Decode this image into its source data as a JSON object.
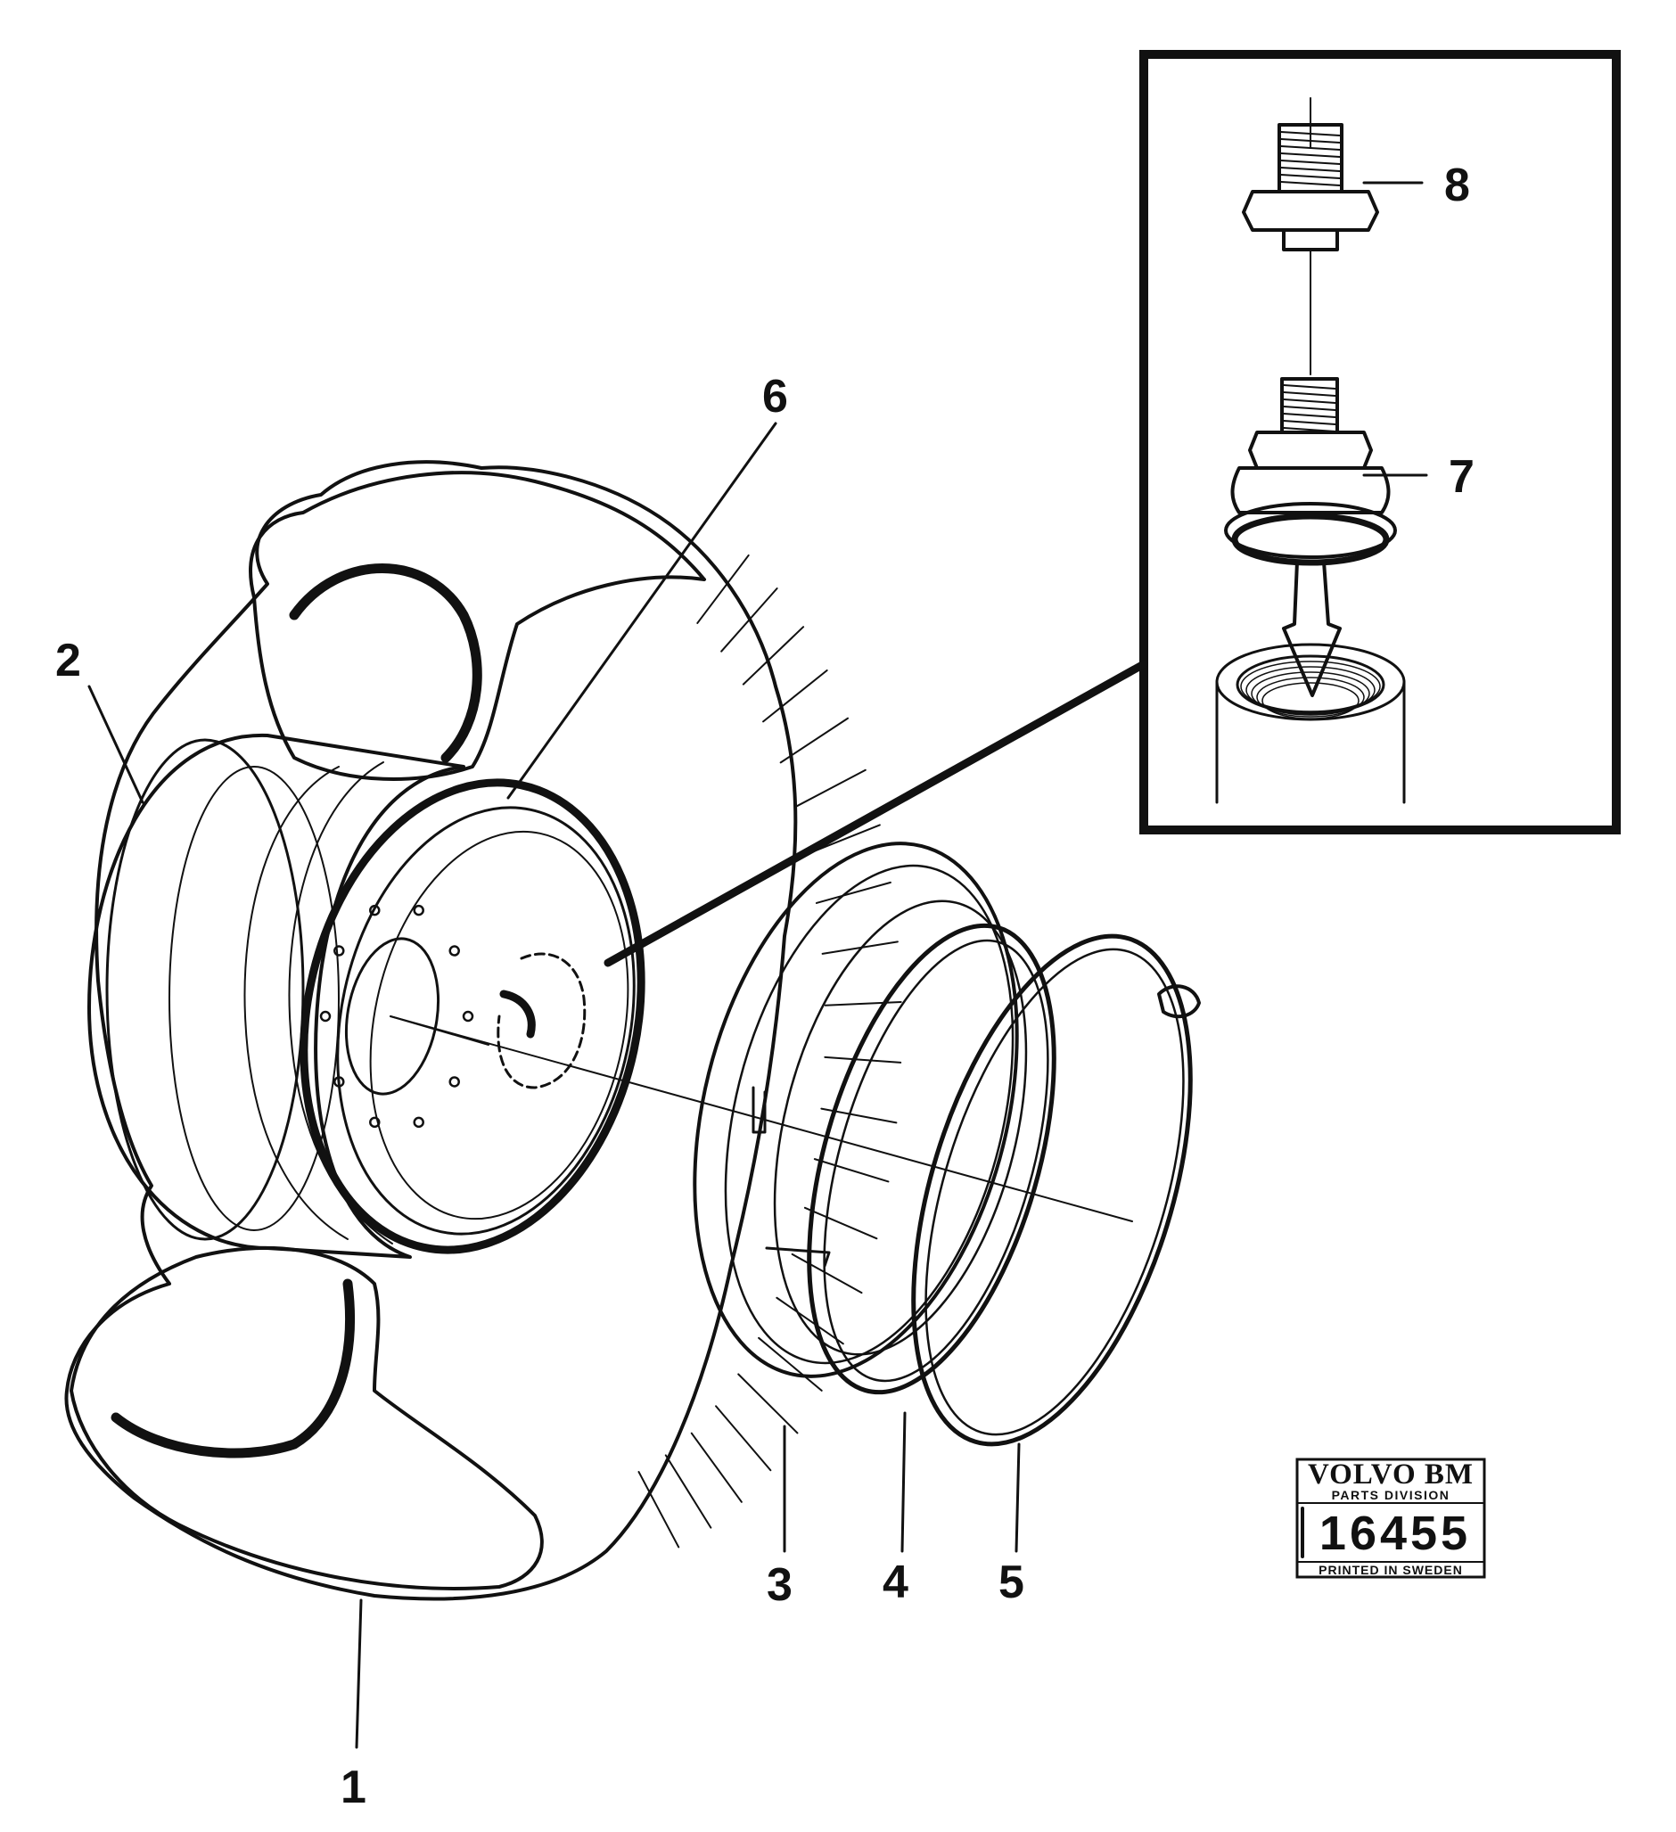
{
  "callouts": [
    {
      "id": "1",
      "label": "1"
    },
    {
      "id": "2",
      "label": "2"
    },
    {
      "id": "3",
      "label": "3"
    },
    {
      "id": "4",
      "label": "4"
    },
    {
      "id": "5",
      "label": "5"
    },
    {
      "id": "6",
      "label": "6"
    },
    {
      "id": "7",
      "label": "7"
    },
    {
      "id": "8",
      "label": "8"
    }
  ],
  "stamp": {
    "brand": "VOLVO BM",
    "division": "PARTS DIVISION",
    "number": "16455",
    "footer": "PRINTED IN SWEDEN"
  },
  "colors": {
    "ink": "#111111",
    "paper": "#ffffff",
    "tire_fill": "#f4f4f4"
  }
}
